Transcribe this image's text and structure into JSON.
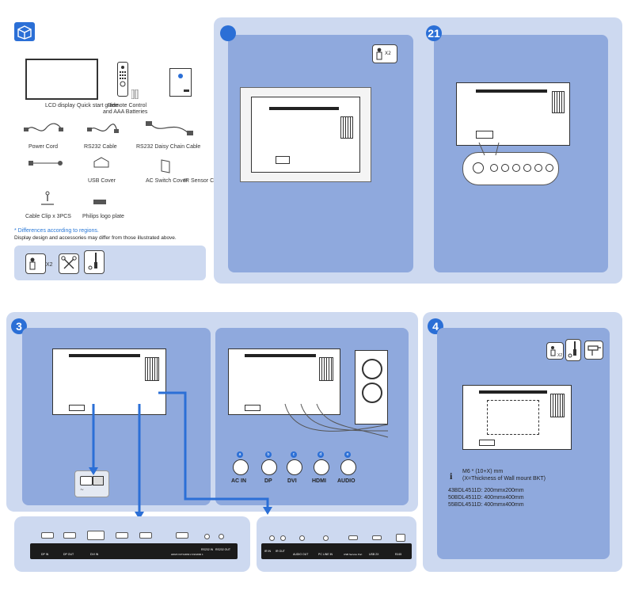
{
  "accessories": {
    "items": [
      {
        "label": "LCD display"
      },
      {
        "label": "Quick start guide"
      },
      {
        "label": "Remote Control"
      },
      {
        "label": "and AAA Batteries"
      },
      {
        "label": "Power Cord"
      },
      {
        "label": "RS232 Cable"
      },
      {
        "label": "RS232 Daisy Chain Cable"
      },
      {
        "label": "USB Cover"
      },
      {
        "label": "AC Switch Cover"
      },
      {
        "label": "IR Sensor Cable"
      },
      {
        "label": "Cable Clip x 3PCS"
      },
      {
        "label": "Philips logo plate"
      }
    ],
    "note_regions": "* Differences according to regions.",
    "note_display": "Display design and accessories may differ from those illustrated above.",
    "tool_x2": "X2"
  },
  "step1": {
    "tool_x2": "X2"
  },
  "step2": {
    "number": "2",
    "number_suffix": "1"
  },
  "step3": {
    "number": "3",
    "connectors": [
      {
        "badge": "a",
        "label": "AC IN"
      },
      {
        "badge": "b",
        "label": "DP"
      },
      {
        "badge": "c",
        "label": "DVI"
      },
      {
        "badge": "d",
        "label": "HDMI"
      },
      {
        "badge": "e",
        "label": "AUDIO"
      }
    ],
    "ports_left": [
      "DP IN",
      "DP OUT",
      "DVI IN",
      "",
      "",
      "HDMI OUT/HDMI 2 IN/HDMI 1",
      "RS232 IN",
      "RS232 OUT"
    ],
    "ports_right": [
      "IR IN",
      "IR OUT",
      "AUDIO OUT",
      "PC LINE IN",
      "USB Service Port",
      "USB 2X",
      "RJ45"
    ]
  },
  "step4": {
    "number": "4",
    "tool_x2": "X2",
    "screw_spec": "M6 * (10+X) mm",
    "screw_note": "(X=Thickness of  Wall mount BKT)",
    "models": [
      "43BDL4511D: 200mmx200mm",
      "50BDL4511D: 400mmx400mm",
      "55BDL4511D: 400mmx400mm"
    ]
  }
}
